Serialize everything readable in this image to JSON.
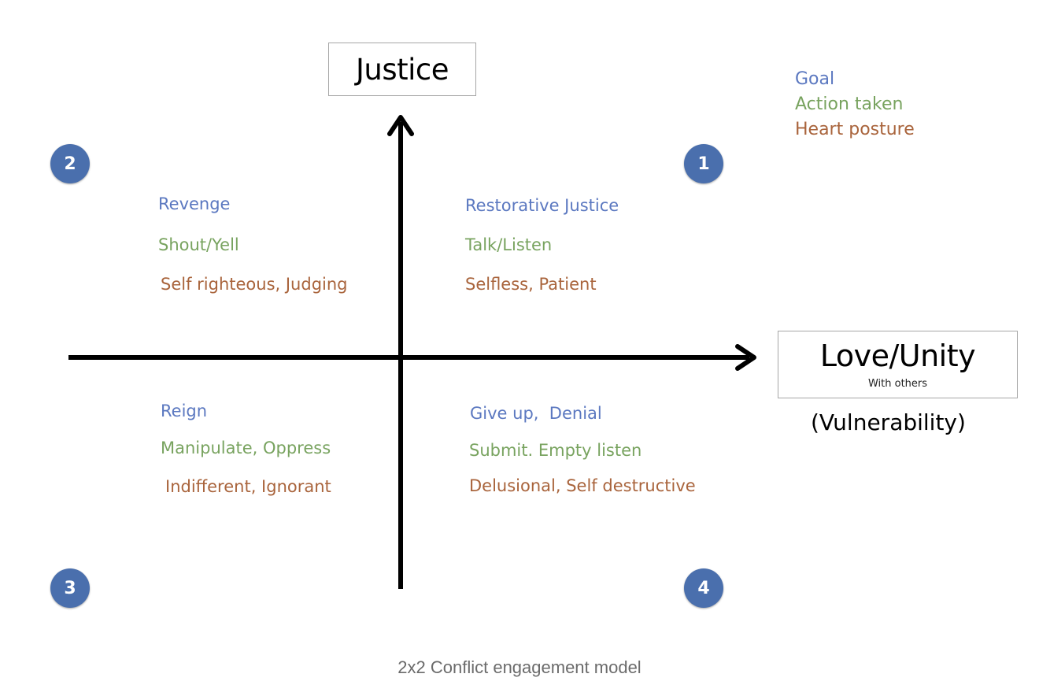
{
  "axes": {
    "vertical": {
      "label": "Justice"
    },
    "horizontal": {
      "label": "Love/Unity",
      "sublabel": "With others",
      "note": "(Vulnerability)"
    }
  },
  "legend": [
    {
      "key": "goal",
      "label": "Goal",
      "color": "#5b78c0"
    },
    {
      "key": "action",
      "label": "Action taken",
      "color": "#78a35f"
    },
    {
      "key": "heart",
      "label": "Heart posture",
      "color": "#a9643c"
    }
  ],
  "quadrants": [
    {
      "number": "1",
      "goal": "Restorative Justice",
      "action": "Talk/Listen",
      "heart": "Selfless, Patient"
    },
    {
      "number": "2",
      "goal": "Revenge",
      "action": "Shout/Yell",
      "heart": "Self righteous, Judging"
    },
    {
      "number": "3",
      "goal": "Reign",
      "action": "Manipulate, Oppress",
      "heart": "Indifferent, Ignorant"
    },
    {
      "number": "4",
      "goal": "Give up,  Denial",
      "action": "Submit. Empty listen",
      "heart": "Delusional, Self destructive"
    }
  ],
  "badge_color": "#4a6fad",
  "caption": "2x2 Conflict engagement model"
}
